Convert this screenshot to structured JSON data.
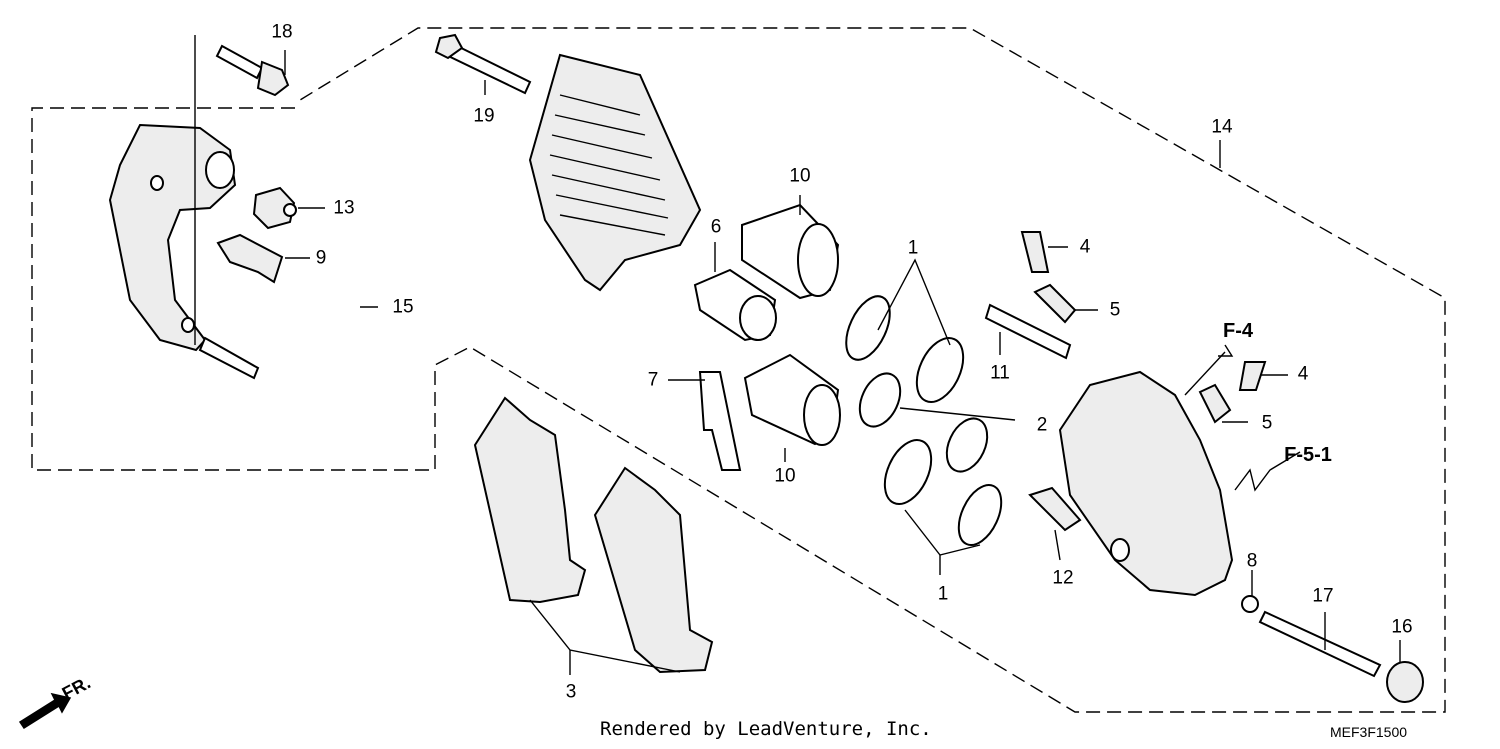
{
  "callouts": {
    "c1a": "1",
    "c1b": "1",
    "c2": "2",
    "c3": "3",
    "c4a": "4",
    "c4b": "4",
    "c5a": "5",
    "c5b": "5",
    "c6": "6",
    "c7": "7",
    "c8": "8",
    "c9": "9",
    "c10a": "10",
    "c10b": "10",
    "c11": "11",
    "c12": "12",
    "c13": "13",
    "c14": "14",
    "c15": "15",
    "c16": "16",
    "c17": "17",
    "c18": "18",
    "c19": "19"
  },
  "references": {
    "f4": "F-4",
    "f51": "F-5-1"
  },
  "direction": {
    "label": "FR."
  },
  "footer": {
    "credit": "Rendered by LeadVenture, Inc.",
    "code": "MEF3F1500"
  }
}
